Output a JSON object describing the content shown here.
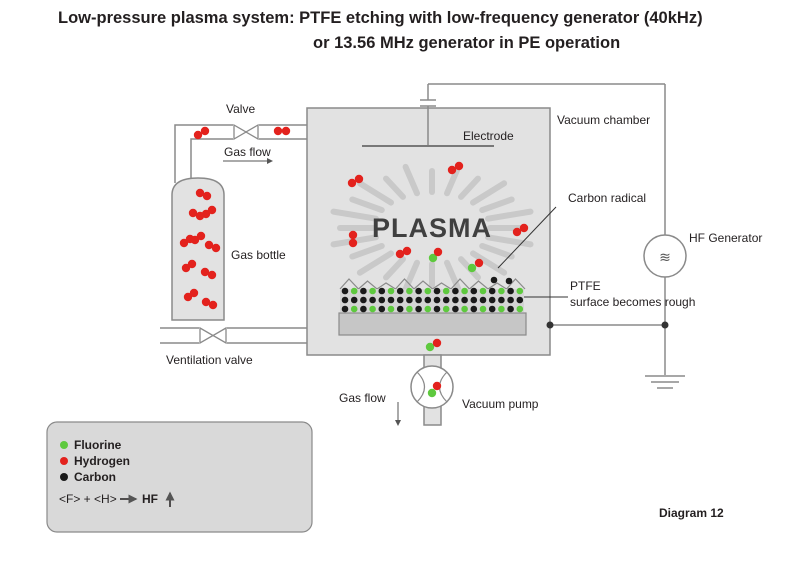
{
  "title": {
    "line1": "Low-pressure plasma system: PTFE etching with low-frequency generator (40kHz)",
    "line2": "or 13.56 MHz generator in PE operation"
  },
  "labels": {
    "valve": "Valve",
    "gas_flow_top": "Gas flow",
    "gas_bottle": "Gas bottle",
    "ventilation_valve": "Ventilation valve",
    "vacuum_chamber": "Vacuum chamber",
    "electrode": "Electrode",
    "plasma": "PLASMA",
    "carbon_radical": "Carbon radical",
    "ptfe_line1": "PTFE",
    "ptfe_line2": "surface becomes rough",
    "hf_generator": "HF Generator",
    "gas_flow_bottom": "Gas flow",
    "vacuum_pump": "Vacuum pump",
    "diagram_number": "Diagram 12",
    "hf_symbol": "≋"
  },
  "legend": {
    "items": [
      {
        "label": "Fluorine",
        "color": "#5ec93e"
      },
      {
        "label": "Hydrogen",
        "color": "#e3221d"
      },
      {
        "label": "Carbon",
        "color": "#1a1a1a"
      }
    ],
    "reaction_left": "<F> + <H>",
    "reaction_right": "HF"
  },
  "colors": {
    "fluorine": "#5ec93e",
    "hydrogen": "#e3221d",
    "carbon": "#1a1a1a",
    "chamber_fill": "#e2e2e2",
    "line": "#8a8a8a",
    "legend_fill": "#d9d9d9"
  }
}
